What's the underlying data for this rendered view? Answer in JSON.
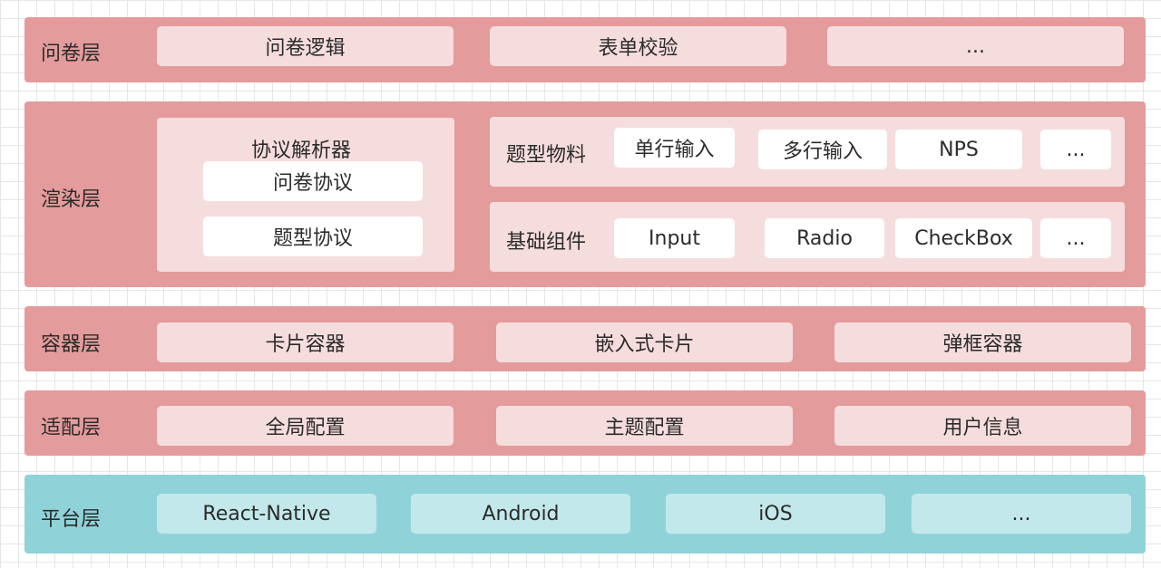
{
  "layers": {
    "questionnaire": {
      "label": "问卷层",
      "items": [
        "问卷逻辑",
        "表单校验",
        "..."
      ]
    },
    "render": {
      "label": "渲染层",
      "parser": {
        "title": "协议解析器",
        "items": [
          "问卷协议",
          "题型协议"
        ]
      },
      "materials": {
        "title": "题型物料",
        "items": [
          "单行输入",
          "多行输入",
          "NPS",
          "..."
        ]
      },
      "components": {
        "title": "基础组件",
        "items": [
          "Input",
          "Radio",
          "CheckBox",
          "..."
        ]
      }
    },
    "container": {
      "label": "容器层",
      "items": [
        "卡片容器",
        "嵌入式卡片",
        "弹框容器"
      ]
    },
    "adapter": {
      "label": "适配层",
      "items": [
        "全局配置",
        "主题配置",
        "用户信息"
      ]
    },
    "platform": {
      "label": "平台层",
      "items": [
        "React-Native",
        "Android",
        "iOS",
        "..."
      ]
    }
  },
  "colors": {
    "layer_pink": "#e49b9b",
    "box_light_pink": "#f6dddd",
    "layer_teal": "#8fd3d9",
    "box_light_teal": "#c3e8eb"
  }
}
